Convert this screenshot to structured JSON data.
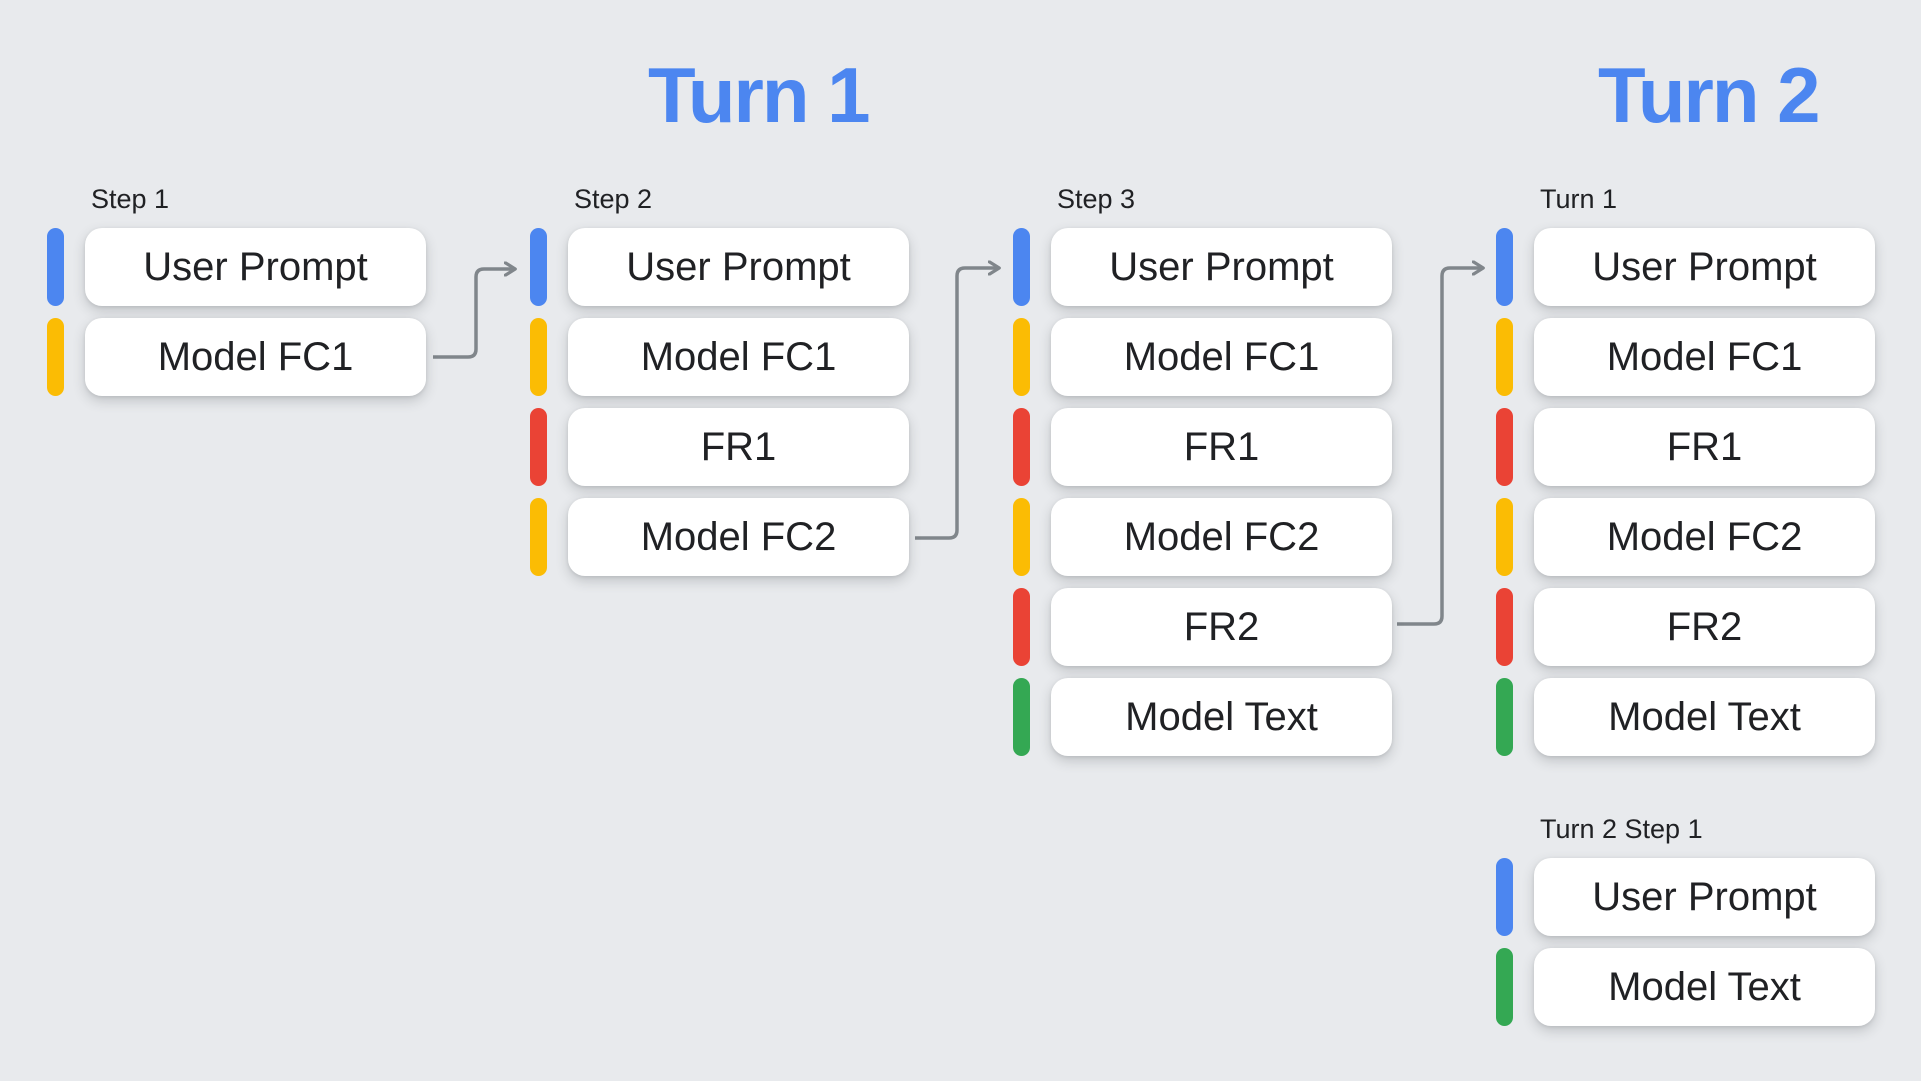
{
  "headers": {
    "turn1": "Turn 1",
    "turn2": "Turn 2"
  },
  "palette": {
    "user_prompt": "#4C86F0",
    "model_function_call": "#FBBC04",
    "function_response": "#EA4335",
    "model_text": "#34A853",
    "header_text": "#4C86F0",
    "arrow": "#80868B",
    "background": "#E8EAED",
    "box_text": "#202124"
  },
  "groups": [
    {
      "label": "Step 1",
      "items": [
        {
          "label": "User Prompt",
          "type": "user_prompt"
        },
        {
          "label": "Model FC1",
          "type": "model_function_call"
        }
      ]
    },
    {
      "label": "Step 2",
      "items": [
        {
          "label": "User Prompt",
          "type": "user_prompt"
        },
        {
          "label": "Model FC1",
          "type": "model_function_call"
        },
        {
          "label": "FR1",
          "type": "function_response"
        },
        {
          "label": "Model FC2",
          "type": "model_function_call"
        }
      ]
    },
    {
      "label": "Step 3",
      "items": [
        {
          "label": "User Prompt",
          "type": "user_prompt"
        },
        {
          "label": "Model FC1",
          "type": "model_function_call"
        },
        {
          "label": "FR1",
          "type": "function_response"
        },
        {
          "label": "Model FC2",
          "type": "model_function_call"
        },
        {
          "label": "FR2",
          "type": "function_response"
        },
        {
          "label": "Model Text",
          "type": "model_text"
        }
      ]
    },
    {
      "label": "Turn 1",
      "items": [
        {
          "label": "User Prompt",
          "type": "user_prompt"
        },
        {
          "label": "Model FC1",
          "type": "model_function_call"
        },
        {
          "label": "FR1",
          "type": "function_response"
        },
        {
          "label": "Model FC2",
          "type": "model_function_call"
        },
        {
          "label": "FR2",
          "type": "function_response"
        },
        {
          "label": "Model Text",
          "type": "model_text"
        }
      ]
    },
    {
      "label": "Turn 2 Step 1",
      "items": [
        {
          "label": "User Prompt",
          "type": "user_prompt"
        },
        {
          "label": "Model Text",
          "type": "model_text"
        }
      ]
    }
  ]
}
